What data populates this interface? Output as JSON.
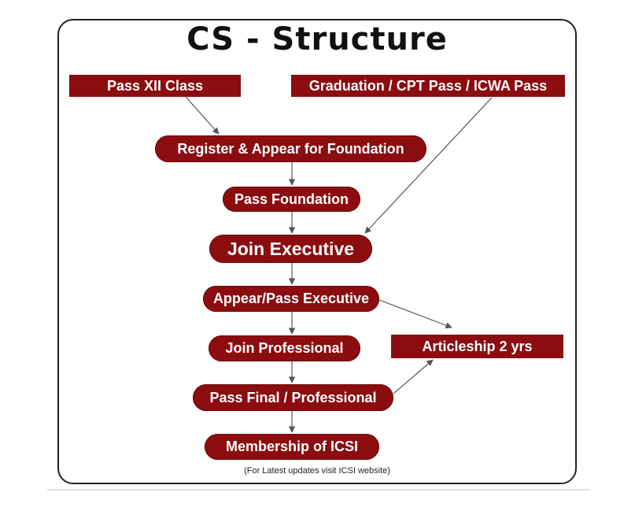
{
  "title": "CS - Structure",
  "colors": {
    "box_fill": "#8b0d10",
    "box_text": "#ffffff",
    "arrow": "#555555",
    "frame": "#222222"
  },
  "nodes": {
    "pass_xii": "Pass XII Class",
    "graduation": "Graduation / CPT Pass / ICWA Pass",
    "register_foundation": "Register & Appear for Foundation",
    "pass_foundation": "Pass Foundation",
    "join_executive": "Join Executive",
    "appear_pass_executive": "Appear/Pass Executive",
    "join_professional": "Join Professional",
    "articleship": "Articleship 2 yrs",
    "pass_final_professional": "Pass Final / Professional",
    "membership": "Membership of ICSI"
  },
  "footnote": "(For Latest updates visit ICSI website)"
}
